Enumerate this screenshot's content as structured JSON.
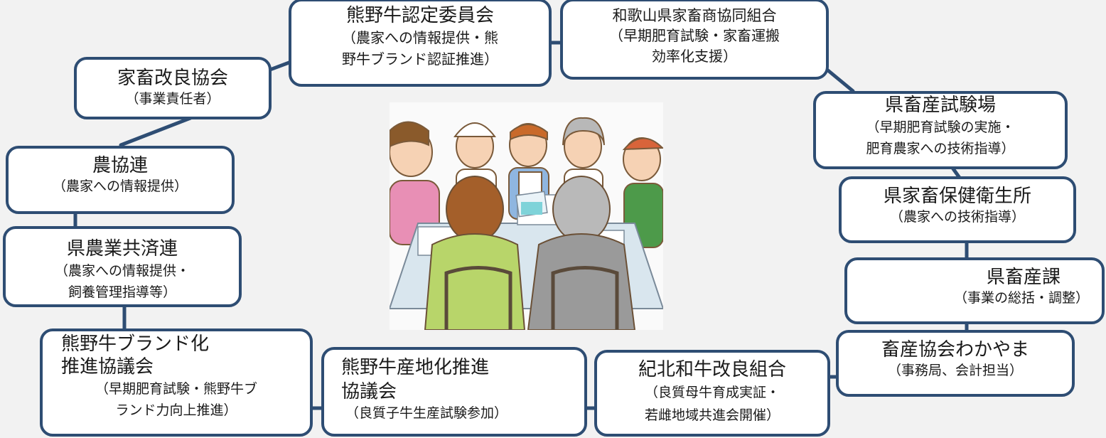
{
  "nodes": {
    "kumano_certification": {
      "title": "熊野牛認定委員会",
      "desc": "（農家への情報提供・熊\n野牛ブランド認証推進）"
    },
    "wakayama_livestock_coop": {
      "title": "和歌山県家畜商協同組合",
      "desc": "（早期肥育試験・家畜運搬\n効率化支援）"
    },
    "livestock_improvement": {
      "title": "家畜改良協会",
      "desc": "（事業責任者）"
    },
    "test_station": {
      "title": "県畜産試験場",
      "desc": "（早期肥育試験の実施・\n肥育農家への技術指導）"
    },
    "noukyouren": {
      "title": "農協連",
      "desc": "（農家への情報提供）"
    },
    "health_center": {
      "title": "県家畜保健衛生所",
      "desc": "（農家への技術指導）"
    },
    "mutual_aid": {
      "title": "県農業共済連",
      "desc": "（農家への情報提供・\n飼養管理指導等）"
    },
    "livestock_division": {
      "title": "県畜産課",
      "desc": "（事業の総括・調整）"
    },
    "brand_council": {
      "title": "熊野牛ブランド化\n推進協議会",
      "desc": "（早期肥育試験・熊野牛ブ\nランド力向上推進）"
    },
    "production_council": {
      "title": "熊野牛産地化推進\n協議会",
      "desc": "（良質子牛生産試験参加）"
    },
    "kihoku_union": {
      "title": "紀北和牛改良組合",
      "desc": "（良質母牛育成実証・\n若雌地域共進会開催）"
    },
    "association_wakayama": {
      "title": "畜産協会わかやま",
      "desc": "（事務局、会計担当）"
    }
  },
  "colors": {
    "border": "#2e4d73",
    "connector": "#2e4d73",
    "background": "#f2f2f2"
  },
  "illustration": {
    "subject": "meeting-people-icon"
  }
}
